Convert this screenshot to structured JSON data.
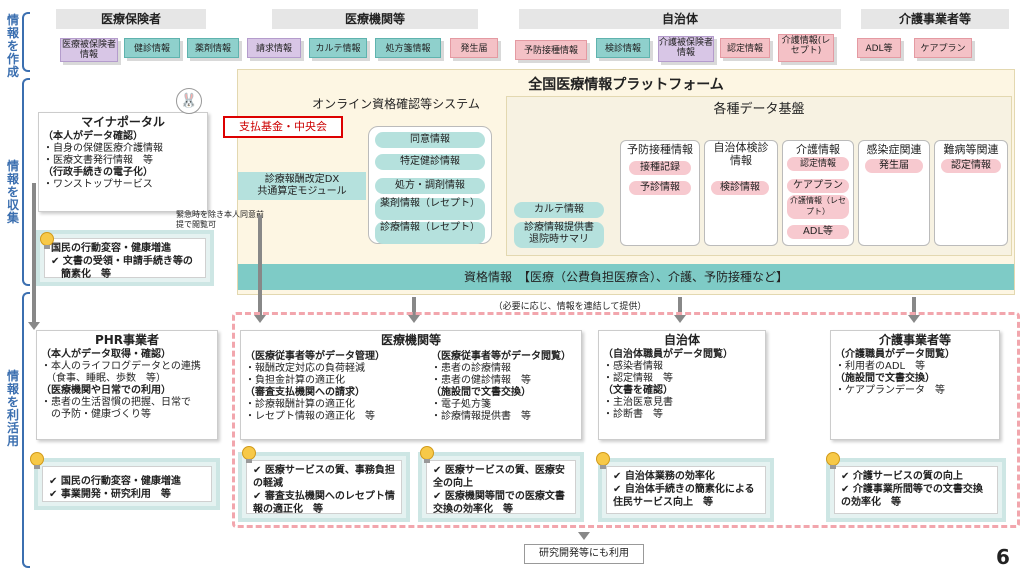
{
  "side_labels": {
    "create": "情報を作成",
    "collect": "情報を収集",
    "use": "情報を利活用"
  },
  "top_headers": {
    "insurer": "医療保険者",
    "medical": "医療機関等",
    "municipality": "自治体",
    "care": "介護事業者等"
  },
  "top_docs": {
    "insurer": [
      "医療被保険者情報",
      "健診情報",
      "薬剤情報"
    ],
    "medical": [
      "請求情報",
      "カルテ情報",
      "処方箋情報",
      "発生届"
    ],
    "municipality": [
      "予防接種情報",
      "検診情報",
      "介護被保険者情報",
      "認定情報",
      "介護情報(レセプト)"
    ],
    "care": [
      "ADL等",
      "ケアプラン"
    ]
  },
  "platform": {
    "title": "全国医療情報プラットフォーム",
    "online_title": "オンライン資格確認等システム",
    "shiharai": "支払基金・中央会",
    "dx_module": [
      "診療報酬改定DX",
      "共通算定モジュール"
    ],
    "online_items": [
      "同意情報",
      "特定健診情報",
      "処方・調剤情報",
      "薬剤情報（レセプト）",
      "診療情報（レセプト）"
    ],
    "data_title": "各種データ基盤",
    "karte": "カルテ情報",
    "shinryo": [
      "診療情報提供書",
      "退院時サマリ"
    ],
    "yobo": {
      "title": "予防接種情報",
      "items": [
        "接種記録",
        "予診情報"
      ]
    },
    "kenshin": {
      "title": "自治体検診情報",
      "items": [
        "検診情報"
      ]
    },
    "kaigo": {
      "title": "介護情報",
      "items": [
        "認定情報",
        "ケアプラン",
        "介護情報（レセプト）",
        "ADL等"
      ]
    },
    "kansen": {
      "title": "感染症関連",
      "items": [
        "発生届"
      ]
    },
    "nanbyo": {
      "title": "難病等関連",
      "items": [
        "認定情報"
      ]
    },
    "shikaku": "資格情報　【医療（公費負担医療含）、介護、予防接種など】",
    "note": "（必要に応じ、情報を連結して提供）"
  },
  "mynaportal": {
    "title": "マイナポータル",
    "lines": [
      "（本人がデータ確認）",
      "・自身の保健医療介護情報",
      "・医療文書発行情報　等",
      "（行政手続きの電子化）",
      "・ワンストップサービス"
    ],
    "emergency": "緊急時を除き本人同意前提で閲覧可",
    "outcome": [
      "国民の行動変容・健康増進",
      "✔ 文書の受領・申請手続き等の",
      "　簡素化　等"
    ]
  },
  "phr": {
    "title": "PHR事業者",
    "lines": [
      "（本人がデータ取得・確認）",
      "・本人のライフログデータとの連携",
      "　（食事、睡眠、歩数　等）",
      "（医療機関や日常での利用）",
      "・患者の生活習慣の把握、日常で",
      "　の予防・健康づくり等"
    ],
    "outcome": [
      "✔ 国民の行動変容・健康増進",
      "✔ 事業開発・研究利用　等"
    ]
  },
  "medical_use": {
    "title": "医療機関等",
    "left": [
      "（医療従事者等がデータ管理）",
      "・報酬改定対応の負荷軽減",
      "・負担金計算の適正化",
      "（審査支払機関への請求）",
      "・診療報酬計算の適正化",
      "・レセプト情報の適正化　等"
    ],
    "right": [
      "（医療従事者等がデータ閲覧）",
      "・患者の診療情報",
      "・患者の健診情報　等",
      "（施設間で文書交換）",
      "・電子処方箋",
      "・診療情報提供書　等"
    ],
    "outcome1": [
      "✔ 医療サービスの質、事務負担の軽減",
      "✔ 審査支払機関へのレセプト情報の適正化　等"
    ],
    "outcome2": [
      "✔ 医療サービスの質、医療安全の向上",
      "✔ 医療機関等間での医療文書交換の効率化　等"
    ]
  },
  "municipal_use": {
    "title": "自治体",
    "lines": [
      "（自治体職員がデータ閲覧）",
      "・感染者情報",
      "・認定情報　等",
      "（文書を確認）",
      "・主治医意見書",
      "・診断書　等"
    ],
    "outcome": [
      "✔ 自治体業務の効率化",
      "✔ 自治体手続きの簡素化による住民サービス向上　等"
    ]
  },
  "care_use": {
    "title": "介護事業者等",
    "lines": [
      "（介護職員がデータ閲覧）",
      "・利用者のADL　等",
      "（施設間で文書交換）",
      "・ケアプランデータ　等"
    ],
    "outcome": [
      "✔ 介護サービスの質の向上",
      "✔ 介護事業所間等での文書交換の効率化　等"
    ]
  },
  "research": "研究開発等にも利用",
  "page_number": "6"
}
